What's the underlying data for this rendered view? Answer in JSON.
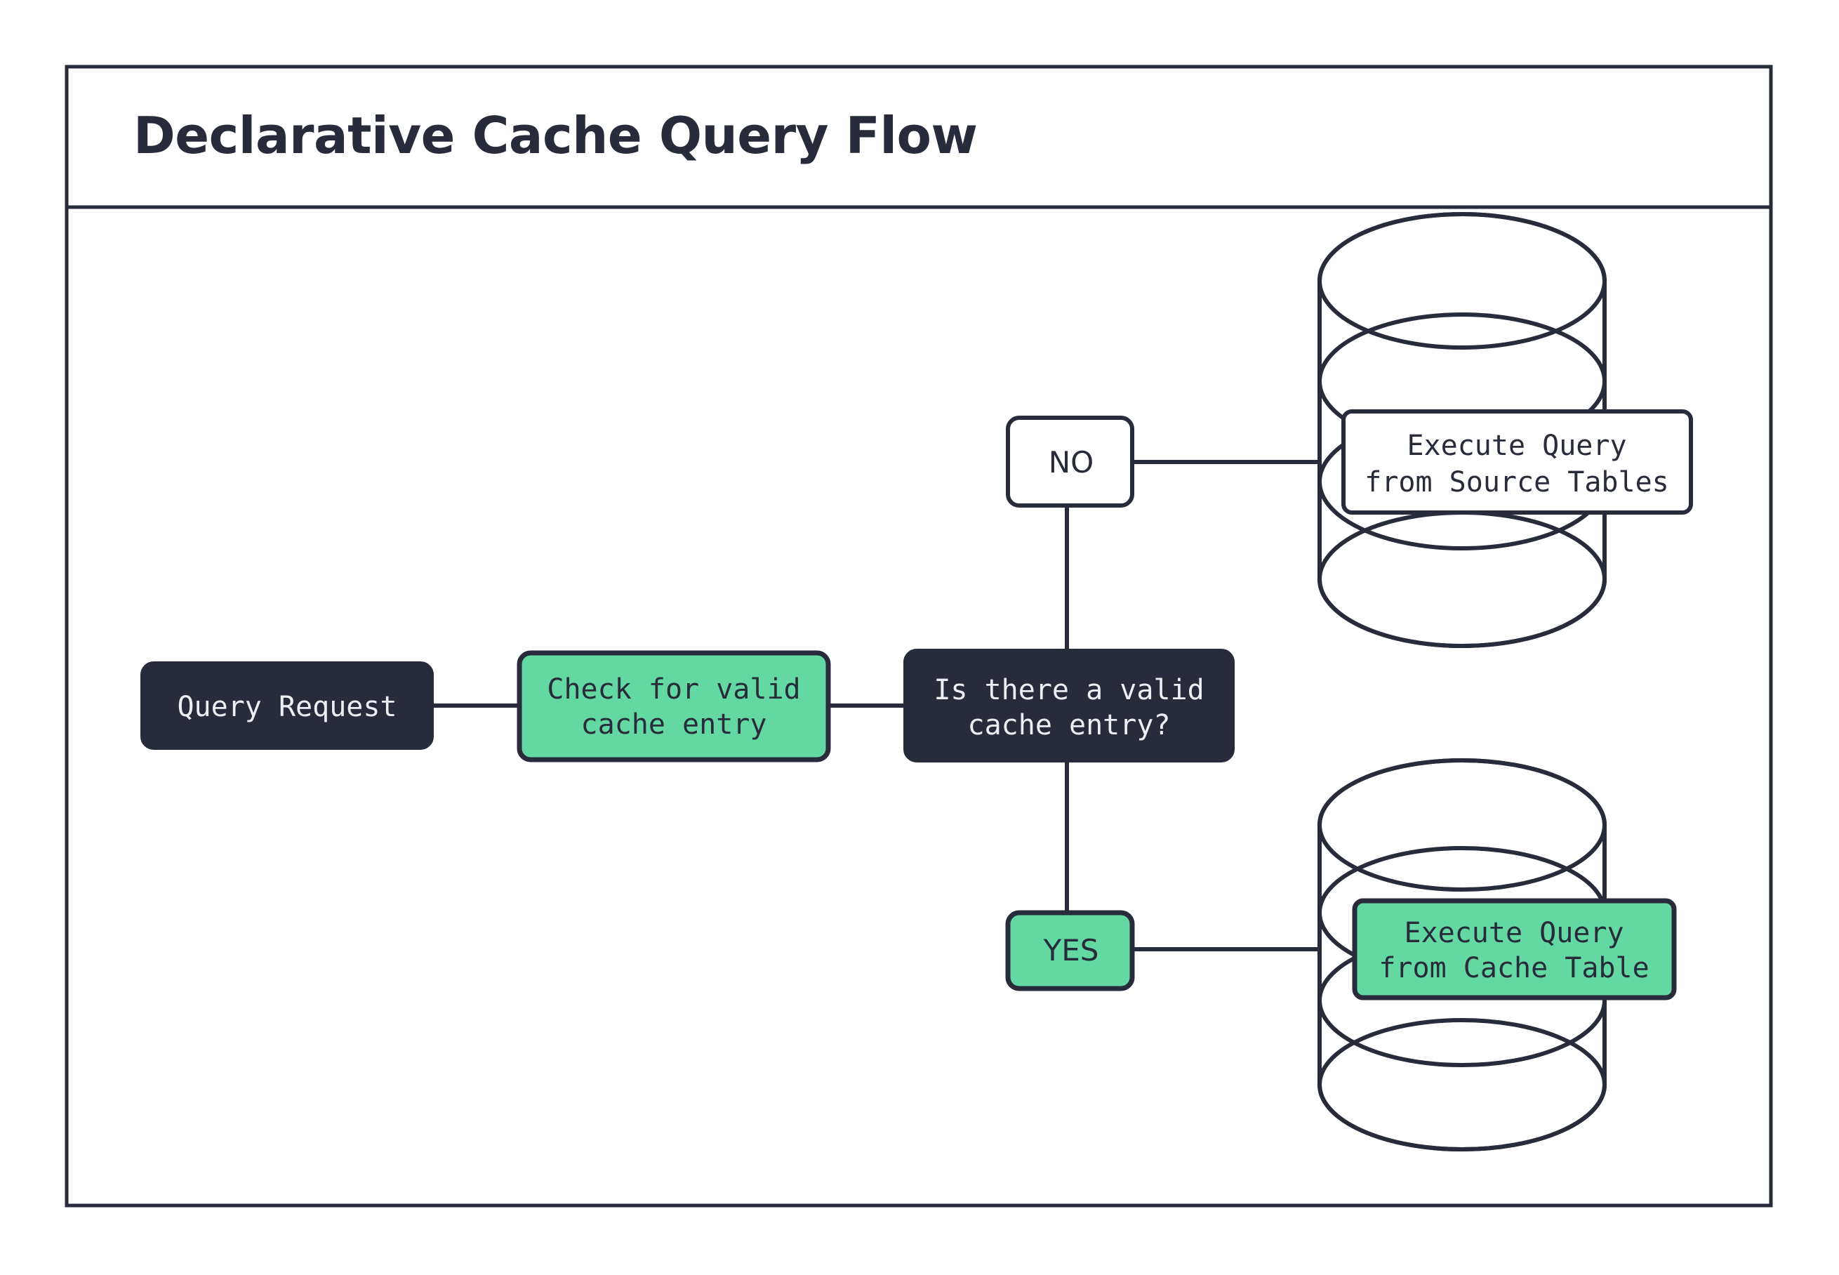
{
  "page": {
    "title": "Declarative Cache Query Flow",
    "background_color": "#ffffff",
    "frame_stroke_color": "#272b3a"
  },
  "colors": {
    "dark": "#272b3a",
    "green": "#63d8a2",
    "white": "#ffffff",
    "light_text": "#eceef2"
  },
  "nodes": {
    "query_request": {
      "label": "Query Request",
      "style": "dark-fill"
    },
    "check_cache": {
      "line1": "Check for valid",
      "line2": "cache entry",
      "style": "green-fill"
    },
    "decision": {
      "line1": "Is there a valid",
      "line2": "cache entry?",
      "style": "dark-fill"
    },
    "branch_no": {
      "label": "NO",
      "style": "white-fill"
    },
    "branch_yes": {
      "label": "YES",
      "style": "green-fill"
    },
    "source_db": {
      "line1": "Execute Query",
      "line2": "from Source Tables",
      "style": "white-fill",
      "shape": "database-cylinder"
    },
    "cache_db": {
      "line1": "Execute Query",
      "line2": "from Cache Table",
      "style": "green-fill",
      "shape": "database-cylinder"
    }
  },
  "edges": [
    {
      "from": "query_request",
      "to": "check_cache"
    },
    {
      "from": "check_cache",
      "to": "decision"
    },
    {
      "from": "decision",
      "to": "branch_no"
    },
    {
      "from": "branch_no",
      "to": "source_db"
    },
    {
      "from": "decision",
      "to": "branch_yes"
    },
    {
      "from": "branch_yes",
      "to": "cache_db"
    }
  ]
}
